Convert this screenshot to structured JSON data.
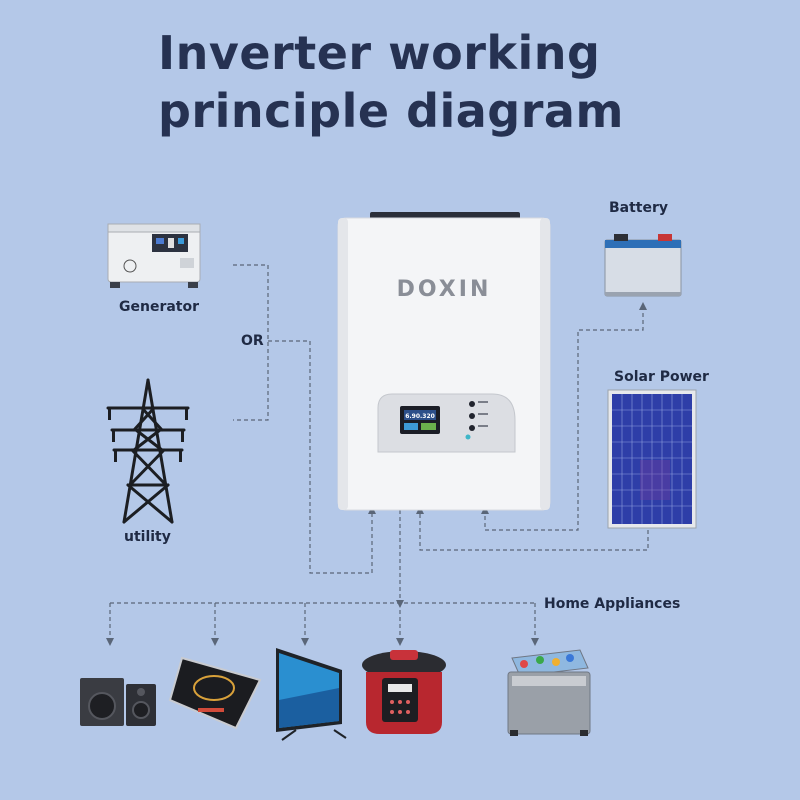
{
  "title": {
    "line1": "Inverter working",
    "line2": "principle diagram"
  },
  "inverter": {
    "brand": "DOXIN",
    "display_value": "6.90.320"
  },
  "sources": {
    "generator": "Generator",
    "or": "OR",
    "utility": "utility"
  },
  "outputs": {
    "battery": "Battery",
    "solar": "Solar Power",
    "home": "Home Appliances"
  },
  "colors": {
    "background": "#b4c8e8",
    "title": "#263252",
    "dashed_line": "#5a6678",
    "inverter_body": "#f4f5f7",
    "solar_panel": "#2e3ea8"
  },
  "icons": [
    "generator-icon",
    "power-tower-icon",
    "battery-icon",
    "solar-panel-icon",
    "speaker-icon",
    "induction-cooker-icon",
    "tv-icon",
    "pressure-cooker-icon",
    "fridge-cooler-icon"
  ]
}
